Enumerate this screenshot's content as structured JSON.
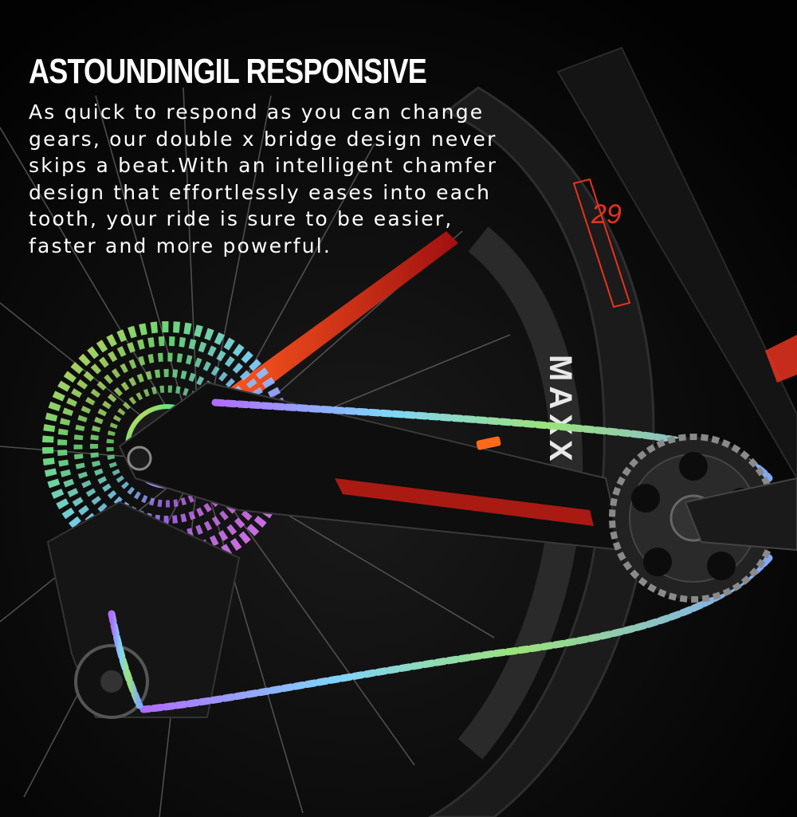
{
  "headline": "ASTOUNDINGIL RESPONSIVE",
  "body_lines": [
    "As quick to respond as you can change",
    "gears, our double x bridge design never",
    "skips a beat.With an intelligent chamfer",
    "design that effortlessly eases into each",
    "tooth, your ride is sure to be easier,",
    "faster and more powerful."
  ],
  "tire_brand_text": "MAXX",
  "frame_size_text": "29",
  "colors": {
    "background": "#050505",
    "text": "#ffffff",
    "frame_accent": "#e8321e",
    "chain_rainbow_a": "#7fd3ff",
    "chain_rainbow_b": "#b06cff",
    "chain_rainbow_c": "#ffd24a"
  }
}
